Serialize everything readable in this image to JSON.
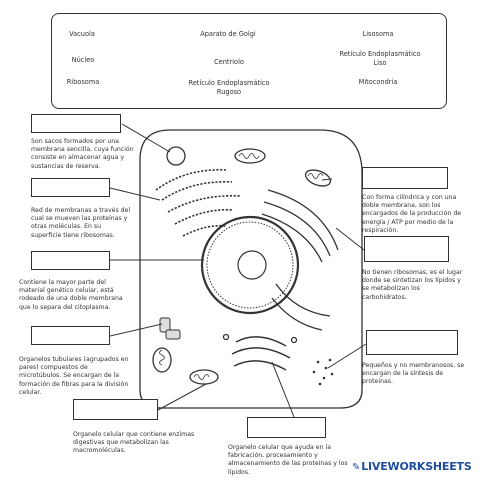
{
  "word_bank": {
    "items": [
      {
        "id": "vacuola",
        "label": "Vacuola"
      },
      {
        "id": "golgi",
        "label": "Aparato de Golgi"
      },
      {
        "id": "lisosoma",
        "label": "Lisosoma"
      },
      {
        "id": "nucleo",
        "label": "Núcleo"
      },
      {
        "id": "centriolo",
        "label": "Centriolo"
      },
      {
        "id": "rel",
        "label": "Retículo Endoplasmático Liso"
      },
      {
        "id": "ribosoma",
        "label": "Ribosoma"
      },
      {
        "id": "rer",
        "label": "Retículo Endoplasmático Rugoso"
      },
      {
        "id": "mitocondria",
        "label": "Mitocondria"
      }
    ]
  },
  "descriptions": {
    "vacuola": "Son sacos formados por una membrana sencilla, cuya función consiste en almacenar agua y sustancias de reserva.",
    "rer": "Red de membranas a través del cual se mueven las proteínas y otras moléculas. En su superficie tiene ribosomas.",
    "nucleo": "Contiene la mayor parte del material genético celular, está rodeado de una doble membrana que lo separa del citoplasma.",
    "centriolo": "Organelos tubulares (agrupados en pares) compuestos de microtúbulos. Se encargan de la formación de fibras para la división celular.",
    "lisosoma": "Organelo celular que contiene enzimas digestivas que metabolizan las macromoléculas.",
    "golgi": "Organelo celular que ayuda en la fabricación, procesamiento y almacenamiento de las proteínas y los lípidos.",
    "mitocondria": "Con forma cilíndrica y con una doble membrana, son los encargados de la producción de energía / ATP por medio de la respiración.",
    "rel": "No tienen ribosomas, es el lugar donde se sintetizan los lípidos y se metabolizan los carbohidratos.",
    "ribosoma": "Pequeños y no membranosos, se encargan de la síntesis de proteínas."
  },
  "answers": {
    "vacuola": "",
    "rer": "",
    "nucleo": "",
    "centriolo": "",
    "lisosoma": "",
    "golgi": "",
    "mitocondria": "",
    "rel": "",
    "ribosoma": ""
  },
  "brand": {
    "text": "LIVEWORKSHEETS",
    "icon": "pencil-icon"
  }
}
